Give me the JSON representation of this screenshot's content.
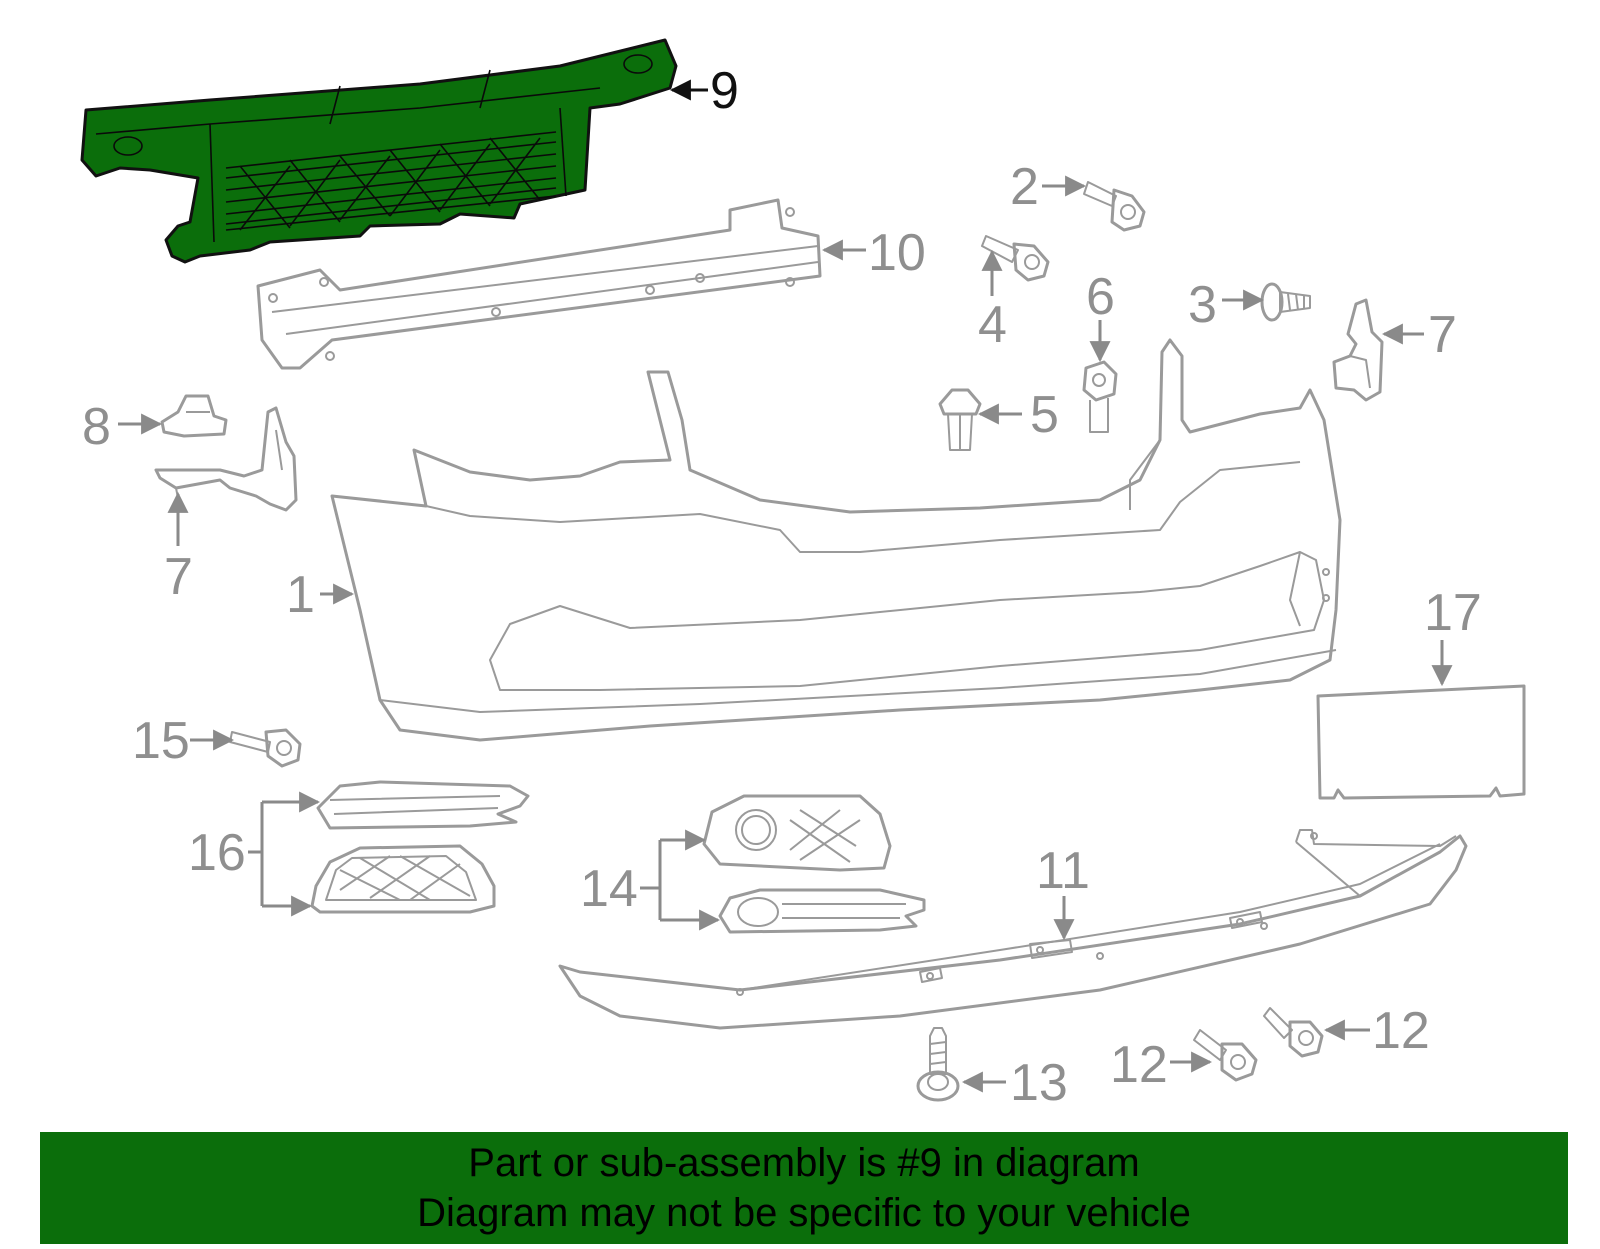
{
  "callouts": {
    "c1": "1",
    "c2": "2",
    "c3": "3",
    "c4": "4",
    "c5": "5",
    "c6": "6",
    "c7a": "7",
    "c7b": "7",
    "c8": "8",
    "c9": "9",
    "c10": "10",
    "c11": "11",
    "c12a": "12",
    "c12b": "12",
    "c13": "13",
    "c14": "14",
    "c15": "15",
    "c16": "16",
    "c17": "17"
  },
  "banner": {
    "line1": "Part or sub-assembly is #9 in diagram",
    "line2": "Diagram may not be specific to your vehicle"
  },
  "colors": {
    "highlight": "#0b6e0b",
    "part_stroke": "#9a9a9a",
    "banner": "#0b6e0b"
  },
  "highlighted_part": "9"
}
